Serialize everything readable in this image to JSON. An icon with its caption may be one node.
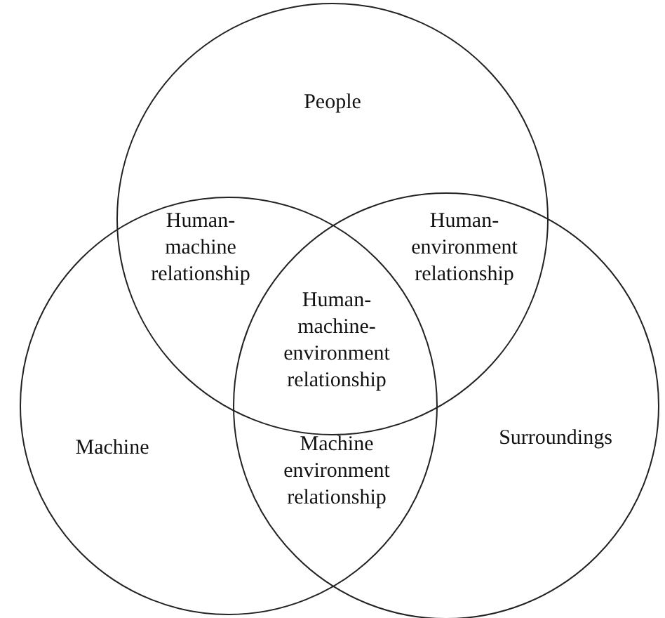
{
  "diagram": {
    "nodes": [
      {
        "text": [
          "People"
        ]
      },
      {
        "text": [
          "Machine"
        ]
      },
      {
        "text": [
          "Surroundings"
        ]
      }
    ],
    "labels": [
      "Human-machine relationship",
      "Human-environment relationship",
      "Human-machine-environment relationship",
      "Machine environment relationship"
    ]
  }
}
